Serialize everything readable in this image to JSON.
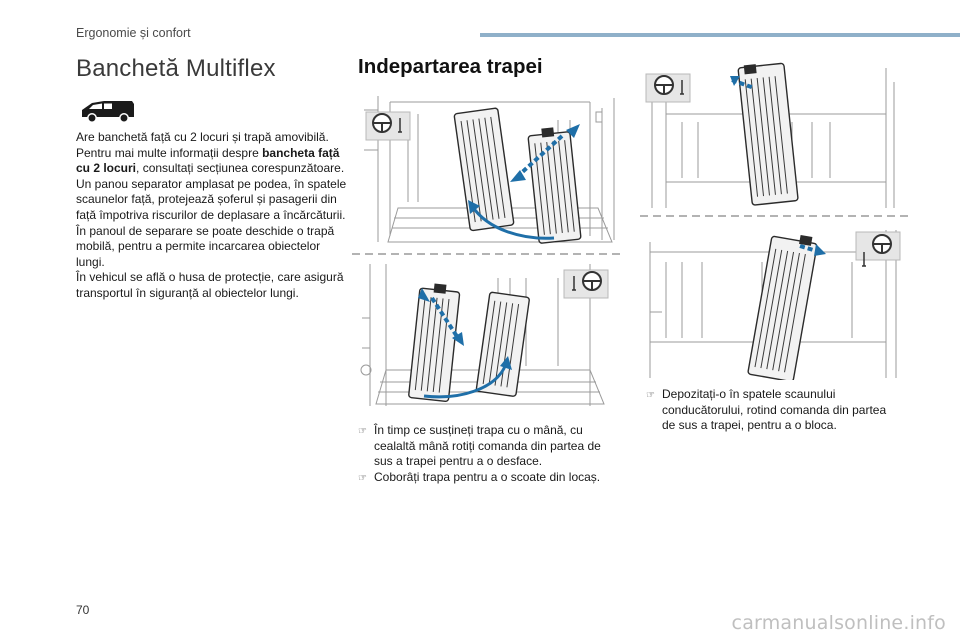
{
  "header": {
    "section": "Ergonomie și confort",
    "accent": "#8fb0c9"
  },
  "left": {
    "title": "Banchetă Multiflex",
    "paragraphs": {
      "p1": "Are banchetă față cu 2 locuri și trapă amovibilă.",
      "p2_pre": "Pentru mai multe informații despre ",
      "p2_bold": "bancheta față cu 2 locuri",
      "p2_post": ", consultați secțiunea corespunzătoare.",
      "p3": "Un panou separator amplasat pe podea, în spatele scaunelor față, protejează șoferul și pasagerii din față împotriva riscurilor de deplasare a încărcăturii.",
      "p4": "În panoul de separare se poate deschide o trapă mobilă, pentru a permite incarcarea obiectelor lungi.",
      "p5": "În vehicul se află o husa de protecție, care asigură transportul în siguranță al obiectelor lungi."
    }
  },
  "middle": {
    "title": "Indepartarea trapei",
    "bullets": [
      "În timp ce susțineți trapa cu o mână, cu cealaltă mână rotiți comanda din partea de sus a trapei pentru a o desface.",
      "Coborâți trapa pentru a o scoate din locaș."
    ]
  },
  "right": {
    "bullets": [
      "Depozitați-o în spatele scaunului conducătorului, rotind comanda din partea de sus a trapei, pentru a o bloca."
    ]
  },
  "footer": {
    "page_number": "70",
    "watermark": "carmanualsonline.info"
  },
  "colors": {
    "arrow": "#1f6fa8",
    "line": "#9b9b9b"
  },
  "icons": {
    "bullet": "pointing-finger-icon",
    "vehicle": "van-icon",
    "steering": "steering-wheel-icon"
  }
}
